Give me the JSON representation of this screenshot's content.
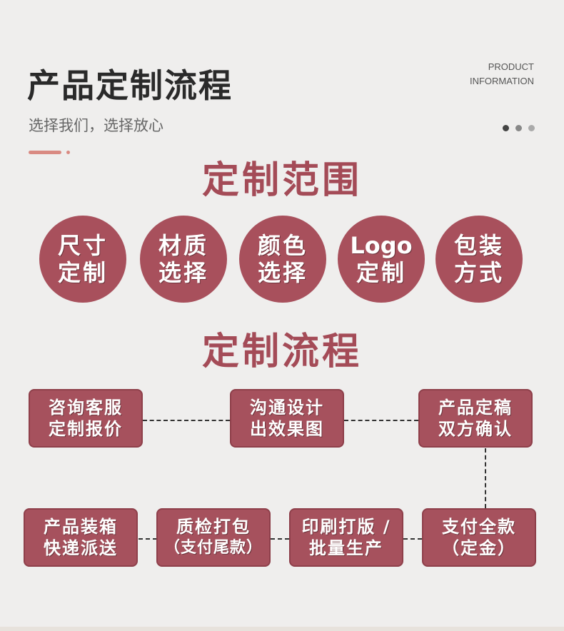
{
  "header": {
    "title": "产品定制流程",
    "en_line1": "PRODUCT",
    "en_line2": "INFORMATION",
    "subtitle": "选择我们，选择放心",
    "dot_colors": [
      "#444444",
      "#888888",
      "#aaaaaa"
    ]
  },
  "scope": {
    "heading": "定制范围",
    "items": [
      {
        "line1": "尺寸",
        "line2": "定制"
      },
      {
        "line1": "材质",
        "line2": "选择"
      },
      {
        "line1": "颜色",
        "line2": "选择"
      },
      {
        "line1": "Logo",
        "line2": "定制"
      },
      {
        "line1": "包装",
        "line2": "方式"
      }
    ]
  },
  "process": {
    "heading": "定制流程",
    "steps": [
      {
        "line1": "咨询客服",
        "line2": "定制报价"
      },
      {
        "line1": "沟通设计",
        "line2": "出效果图"
      },
      {
        "line1": "产品定稿",
        "line2": "双方确认"
      },
      {
        "line1": "支付全款",
        "line2": "（定金）"
      },
      {
        "line1": "印刷打版 /",
        "line2": "批量生产"
      },
      {
        "line1": "质检打包",
        "line2": "（支付尾款）"
      },
      {
        "line1": "产品装箱",
        "line2": "快递派送"
      }
    ]
  },
  "colors": {
    "accent": "#a8505c",
    "heading": "#a44b57",
    "underline": "#d98a82"
  }
}
